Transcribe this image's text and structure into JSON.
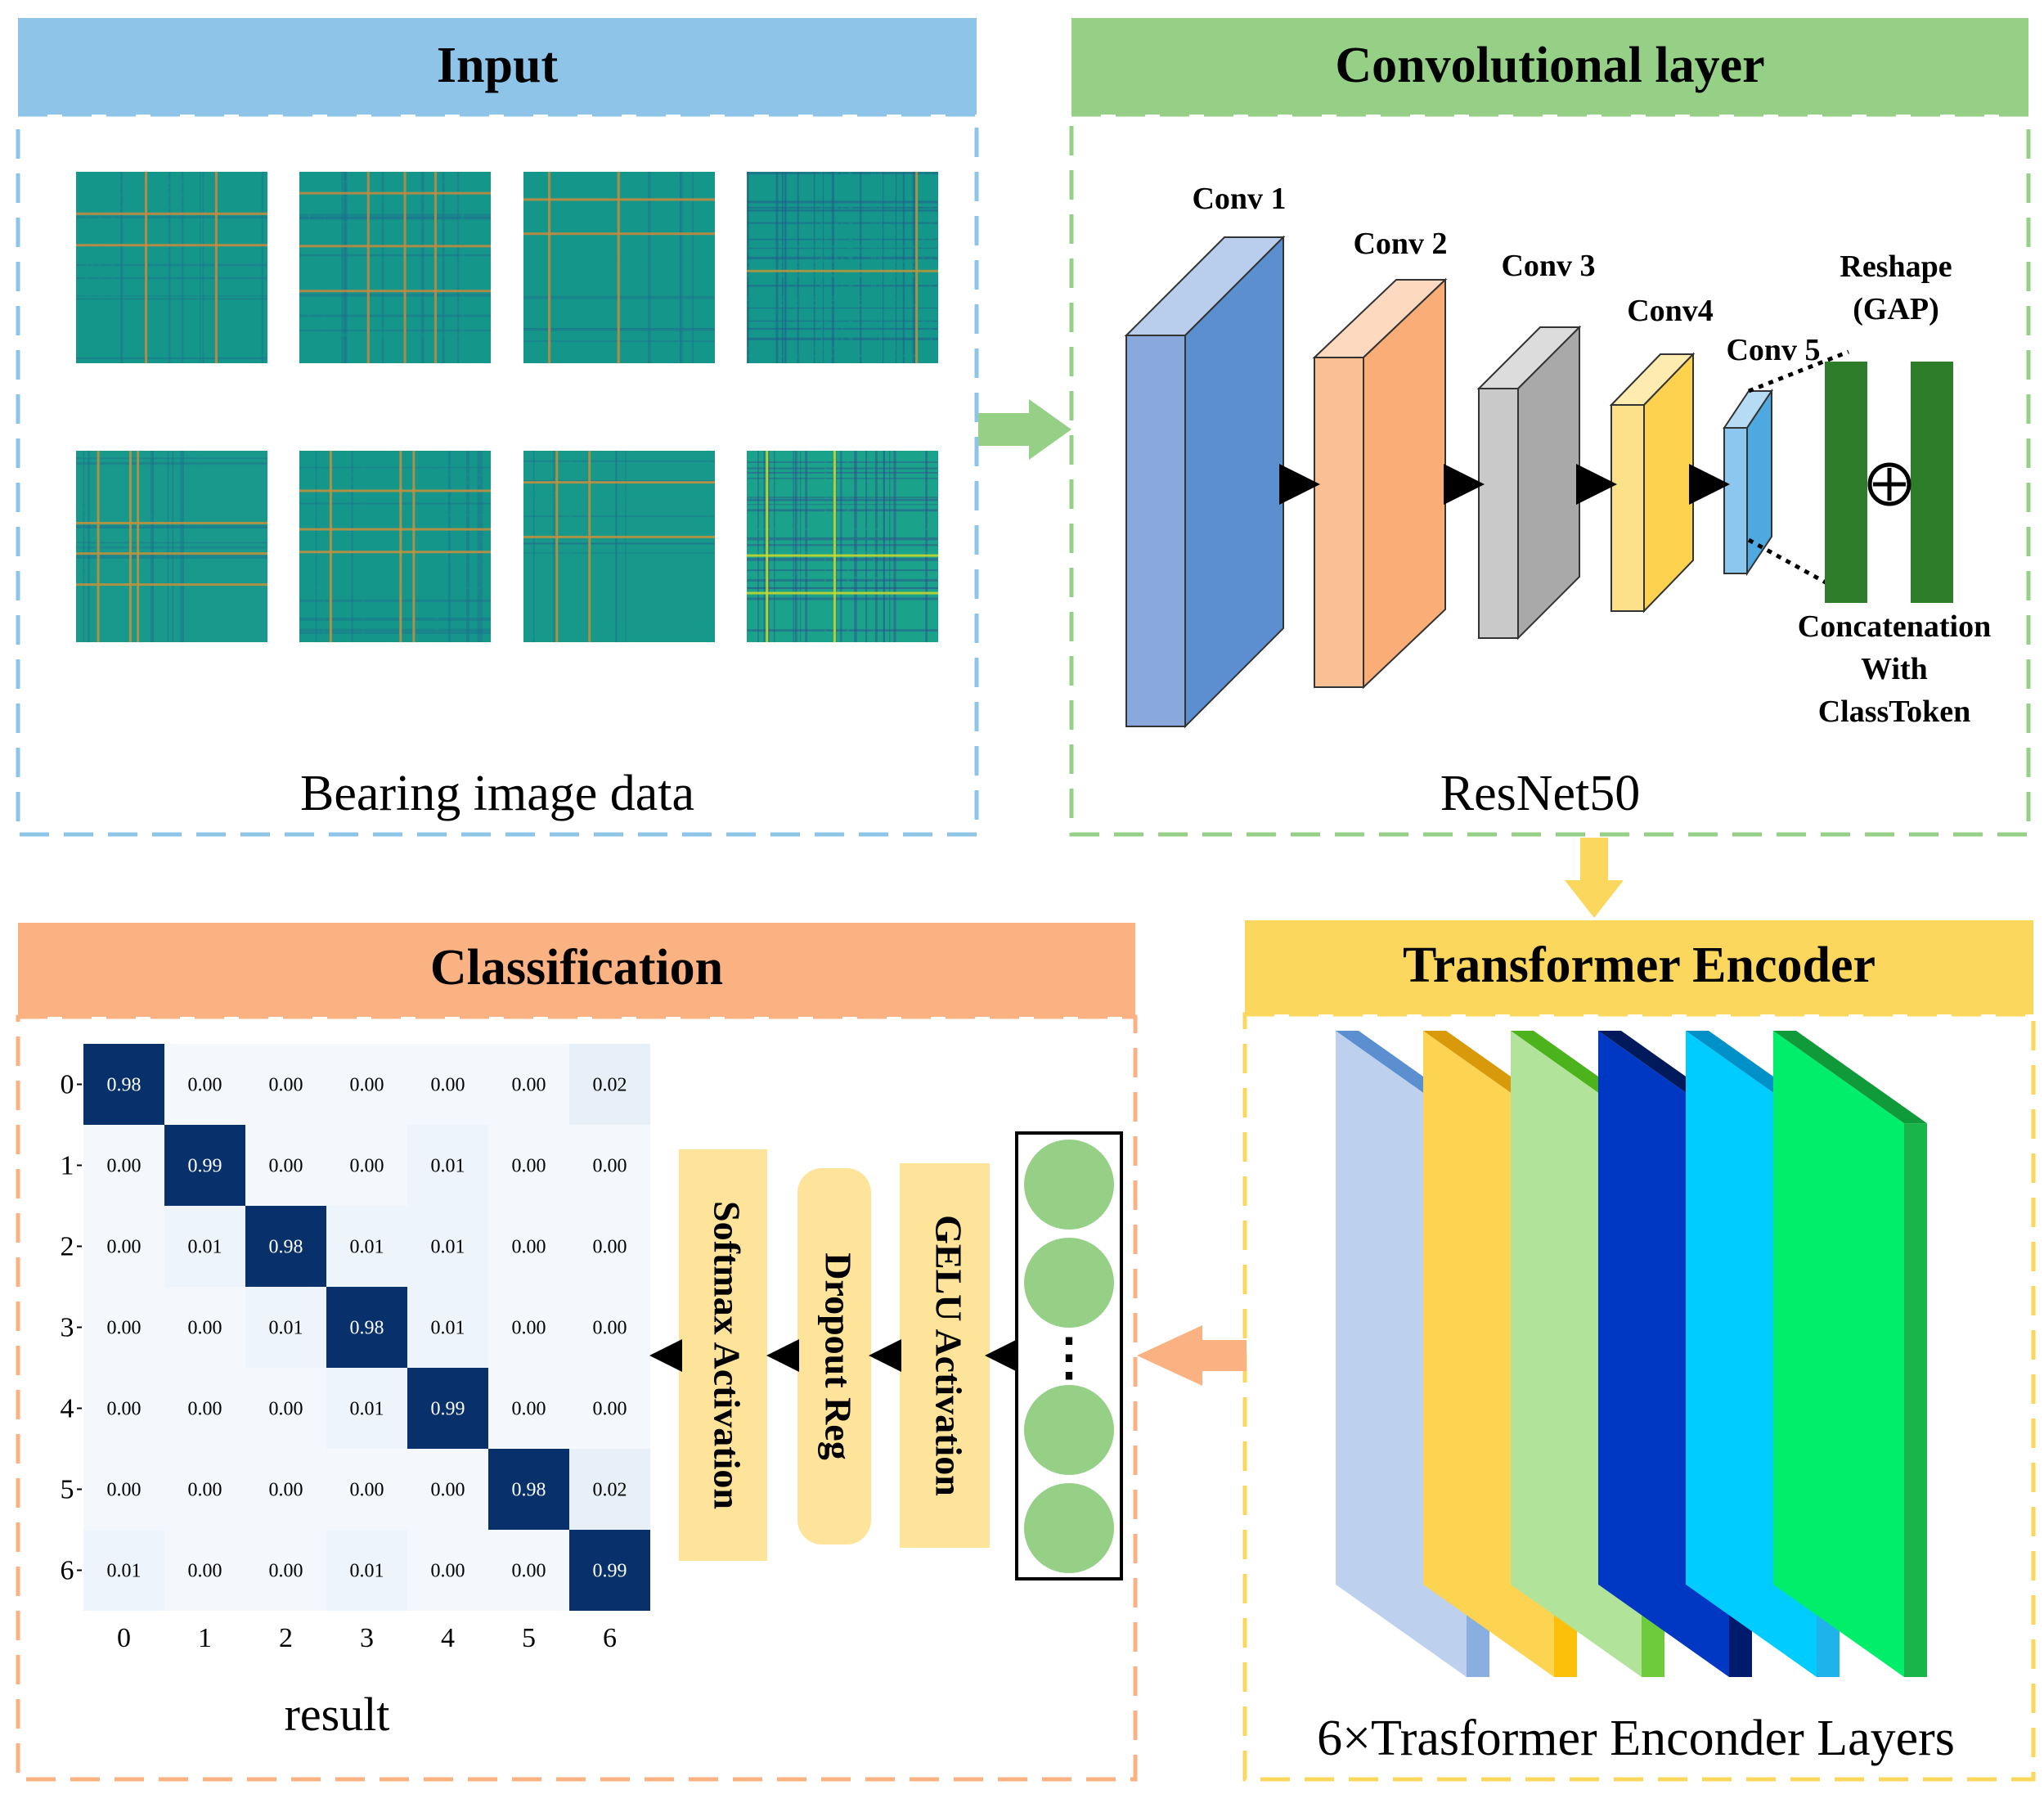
{
  "panels": {
    "input": {
      "title": "Input",
      "caption": "Bearing image data",
      "header_color": "#8ec4e8",
      "border_color": "#8ec4e8",
      "images": [
        {
          "name": "bearing-image-1",
          "base": "#15968a",
          "stripe": "#d1883a",
          "dark": "#1f6f8e"
        },
        {
          "name": "bearing-image-2",
          "base": "#15968a",
          "stripe": "#c7893c",
          "dark": "#1f6f8e"
        },
        {
          "name": "bearing-image-3",
          "base": "#15968a",
          "stripe": "#d08a38",
          "dark": "#1f6f8e"
        },
        {
          "name": "bearing-image-4",
          "base": "#15968a",
          "stripe": "#b8983a",
          "dark": "#24558f"
        },
        {
          "name": "bearing-image-5",
          "base": "#18998b",
          "stripe": "#c4913b",
          "dark": "#1f6f8e"
        },
        {
          "name": "bearing-image-6",
          "base": "#15968a",
          "stripe": "#c8903c",
          "dark": "#1f6f8e"
        },
        {
          "name": "bearing-image-7",
          "base": "#17988a",
          "stripe": "#c4913b",
          "dark": "#1f6f8e"
        },
        {
          "name": "bearing-image-8",
          "base": "#1aa38a",
          "stripe": "#c9dd2a",
          "dark": "#33468f"
        }
      ]
    },
    "conv": {
      "title": "Convolutional layer",
      "caption": "ResNet50",
      "header_color": "#96d086",
      "border_color": "#96d086",
      "blocks": [
        {
          "label": "Conv 1",
          "front": "#89a9dc",
          "side": "#5b8fd0",
          "top": "#b9cdec"
        },
        {
          "label": "Conv 2",
          "front": "#fbbf94",
          "side": "#fbad78",
          "top": "#fdd9c0"
        },
        {
          "label": "Conv 3",
          "front": "#c9c9c9",
          "side": "#a9a9a9",
          "top": "#dcdcdc"
        },
        {
          "label": "Conv4",
          "front": "#fde08a",
          "side": "#fcd24e",
          "top": "#fdebb0"
        },
        {
          "label": "Conv 5",
          "front": "#8bc7ee",
          "side": "#4da9e0",
          "top": "#b6dbf4"
        }
      ],
      "reshape_label_1": "Reshape",
      "reshape_label_2": "(GAP)",
      "concat_label_1": "Concatenation",
      "concat_label_2": "With",
      "concat_label_3": "ClassToken",
      "plus_symbol": "+",
      "bar_color": "#2e7d2a"
    },
    "transformer": {
      "title": "Transformer Encoder",
      "caption": "6×Trasformer Enconder Layers",
      "header_color": "#fcd75e",
      "border_color": "#fcd75e",
      "layers": [
        {
          "name": "encoder-layer-1",
          "front": "#bdd0ee",
          "side": "#89aee0",
          "top": "#5b8fd0"
        },
        {
          "name": "encoder-layer-2",
          "front": "#fdd451",
          "side": "#fcc00a",
          "top": "#d89a0a"
        },
        {
          "name": "encoder-layer-3",
          "front": "#b1e39a",
          "side": "#6ecc3c",
          "top": "#4cb31c"
        },
        {
          "name": "encoder-layer-4",
          "front": "#0038c4",
          "side": "#001b6e",
          "top": "#001a5c"
        },
        {
          "name": "encoder-layer-5",
          "front": "#00ccff",
          "side": "#1eb3ea",
          "top": "#0091c9"
        },
        {
          "name": "encoder-layer-6",
          "front": "#00ee6a",
          "side": "#19b44a",
          "top": "#119a3a"
        }
      ]
    },
    "classification": {
      "title": "Classification",
      "caption": "result",
      "header_color": "#fbb283",
      "border_color": "#fbb283",
      "stages": [
        {
          "label": "Softmax Activation",
          "shape": "rect"
        },
        {
          "label": "Dropout Reg",
          "shape": "rounded"
        },
        {
          "label": "GELU Activation",
          "shape": "rect"
        }
      ],
      "stage_color": "#fde49a",
      "neuron_color": "#96d086",
      "neuron_dots": "⋮",
      "matrix": {
        "row_labels": [
          "0",
          "1",
          "2",
          "3",
          "4",
          "5",
          "6"
        ],
        "col_labels": [
          "0",
          "1",
          "2",
          "3",
          "4",
          "5",
          "6"
        ],
        "values": [
          [
            "0.98",
            "0.00",
            "0.00",
            "0.00",
            "0.00",
            "0.00",
            "0.02"
          ],
          [
            "0.00",
            "0.99",
            "0.00",
            "0.00",
            "0.01",
            "0.00",
            "0.00"
          ],
          [
            "0.00",
            "0.01",
            "0.98",
            "0.01",
            "0.01",
            "0.00",
            "0.00"
          ],
          [
            "0.00",
            "0.00",
            "0.01",
            "0.98",
            "0.01",
            "0.00",
            "0.00"
          ],
          [
            "0.00",
            "0.00",
            "0.00",
            "0.01",
            "0.99",
            "0.00",
            "0.00"
          ],
          [
            "0.00",
            "0.00",
            "0.00",
            "0.00",
            "0.00",
            "0.98",
            "0.02"
          ],
          [
            "0.01",
            "0.00",
            "0.00",
            "0.01",
            "0.00",
            "0.00",
            "0.99"
          ]
        ],
        "high_color": "#08306b",
        "low_color": "#f4f8fd"
      }
    }
  },
  "arrows": {
    "input_to_conv": "#96d086",
    "conv_to_transformer": "#fcd75e",
    "transformer_to_classification": "#fbb283"
  }
}
